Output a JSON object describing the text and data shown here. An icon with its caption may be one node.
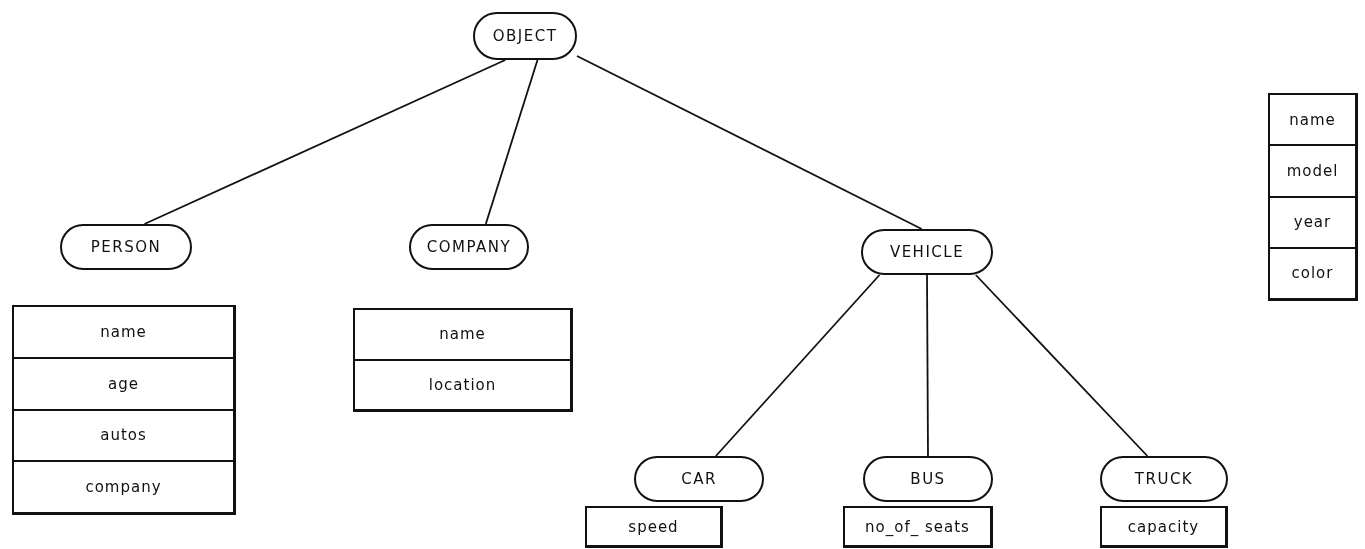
{
  "diagram": {
    "nodes": [
      {
        "text": [
          "OBJECT"
        ]
      },
      {
        "text": [
          "PERSON"
        ]
      },
      {
        "text": [
          "name",
          "age",
          "autos",
          "company"
        ]
      },
      {
        "text": [
          "COMPANY"
        ]
      },
      {
        "text": [
          "name",
          "location"
        ]
      },
      {
        "text": [
          "VEHICLE"
        ]
      },
      {
        "text": [
          "name",
          "model",
          "year",
          "color"
        ]
      },
      {
        "text": [
          "CAR"
        ]
      },
      {
        "text": [
          "BUS"
        ]
      },
      {
        "text": [
          "TRUCK"
        ]
      },
      {
        "text": [
          "speed"
        ]
      },
      {
        "text": [
          "no_of_ seats"
        ]
      },
      {
        "text": [
          "capacity"
        ]
      }
    ],
    "edges": [
      {
        "from": 0,
        "to": 1,
        "arrow": "none"
      },
      {
        "from": 0,
        "to": 3,
        "arrow": "none"
      },
      {
        "from": 0,
        "to": 5,
        "arrow": "none"
      },
      {
        "from": 5,
        "to": 7,
        "arrow": "none"
      },
      {
        "from": 5,
        "to": 8,
        "arrow": "none"
      },
      {
        "from": 5,
        "to": 9,
        "arrow": "none"
      }
    ]
  }
}
